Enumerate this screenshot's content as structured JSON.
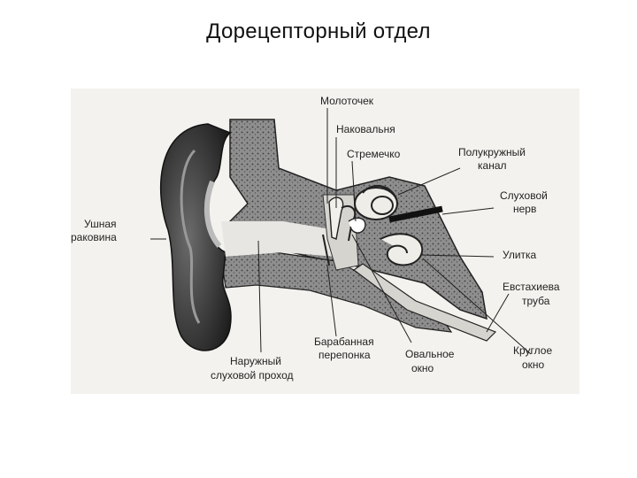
{
  "slide": {
    "title": "Дорецепторный отдел"
  },
  "labels": {
    "malleus": "Молоточек",
    "incus": "Наковальня",
    "stapes": "Стремечко",
    "semicircular": [
      "Полукружный",
      "канал"
    ],
    "auditory_nerve": [
      "Слуховой",
      "нерв"
    ],
    "pinna": [
      "Ушная",
      "раковина"
    ],
    "cochlea": "Улитка",
    "eustachian": [
      "Евстахиева",
      "труба"
    ],
    "eardrum": [
      "Барабанная",
      "перепонка"
    ],
    "ear_canal": [
      "Наружный",
      "слуховой проход"
    ],
    "oval_window": [
      "Овальное",
      "окно"
    ],
    "round_window": [
      "Круглое",
      "окно"
    ]
  },
  "colors": {
    "bone": "#8a8a8a",
    "dark": "#2b2b2b",
    "light": "#cfcfcf",
    "background": "#f4f2ee"
  }
}
